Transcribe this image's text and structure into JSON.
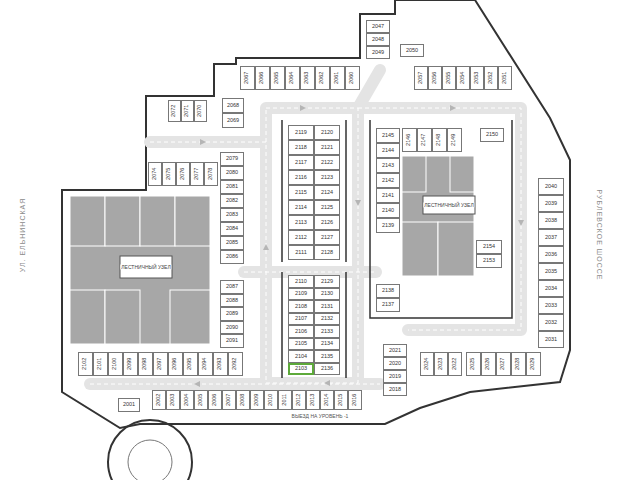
{
  "diagram": {
    "nodes": [
      {
        "text": [
          "2072"
        ]
      },
      {
        "text": [
          "2071"
        ]
      },
      {
        "text": [
          "2070"
        ]
      },
      {
        "text": [
          "2068"
        ]
      },
      {
        "text": [
          "2069"
        ]
      },
      {
        "text": [
          "2067"
        ]
      },
      {
        "text": [
          "2066"
        ]
      },
      {
        "text": [
          "2065"
        ]
      },
      {
        "text": [
          "2064"
        ]
      },
      {
        "text": [
          "2063"
        ]
      },
      {
        "text": [
          "2062"
        ]
      },
      {
        "text": [
          "2061"
        ]
      },
      {
        "text": [
          "2060"
        ]
      },
      {
        "text": [
          "2047"
        ]
      },
      {
        "text": [
          "2048"
        ]
      },
      {
        "text": [
          "2049"
        ]
      },
      {
        "text": [
          "2050"
        ]
      },
      {
        "text": [
          "2057"
        ]
      },
      {
        "text": [
          "2056"
        ]
      },
      {
        "text": [
          "2055"
        ]
      },
      {
        "text": [
          "2054"
        ]
      },
      {
        "text": [
          "2053"
        ]
      },
      {
        "text": [
          "2052"
        ]
      },
      {
        "text": [
          "2051"
        ]
      },
      {
        "text": [
          "2119"
        ]
      },
      {
        "text": [
          "2118"
        ]
      },
      {
        "text": [
          "2117"
        ]
      },
      {
        "text": [
          "2116"
        ]
      },
      {
        "text": [
          "2115"
        ]
      },
      {
        "text": [
          "2114"
        ]
      },
      {
        "text": [
          "2113"
        ]
      },
      {
        "text": [
          "2112"
        ]
      },
      {
        "text": [
          "2111"
        ]
      },
      {
        "text": [
          "2120"
        ]
      },
      {
        "text": [
          "2121"
        ]
      },
      {
        "text": [
          "2122"
        ]
      },
      {
        "text": [
          "2123"
        ]
      },
      {
        "text": [
          "2124"
        ]
      },
      {
        "text": [
          "2125"
        ]
      },
      {
        "text": [
          "2126"
        ]
      },
      {
        "text": [
          "2127"
        ]
      },
      {
        "text": [
          "2128"
        ]
      },
      {
        "text": [
          "2145"
        ]
      },
      {
        "text": [
          "2144"
        ]
      },
      {
        "text": [
          "2143"
        ]
      },
      {
        "text": [
          "2142"
        ]
      },
      {
        "text": [
          "2141"
        ]
      },
      {
        "text": [
          "2140"
        ]
      },
      {
        "text": [
          "2139"
        ]
      },
      {
        "text": [
          "2146"
        ]
      },
      {
        "text": [
          "2147"
        ]
      },
      {
        "text": [
          "2148"
        ]
      },
      {
        "text": [
          "2149"
        ]
      },
      {
        "text": [
          "2150"
        ]
      },
      {
        "text": [
          "2074"
        ]
      },
      {
        "text": [
          "2075"
        ]
      },
      {
        "text": [
          "2076"
        ]
      },
      {
        "text": [
          "2077"
        ]
      },
      {
        "text": [
          "2078"
        ]
      },
      {
        "text": [
          "2079"
        ]
      },
      {
        "text": [
          "2080"
        ]
      },
      {
        "text": [
          "2081"
        ]
      },
      {
        "text": [
          "2082"
        ]
      },
      {
        "text": [
          "2083"
        ]
      },
      {
        "text": [
          "2084"
        ]
      },
      {
        "text": [
          "2085"
        ]
      },
      {
        "text": [
          "2086"
        ]
      },
      {
        "text": [
          "2040"
        ]
      },
      {
        "text": [
          "2039"
        ]
      },
      {
        "text": [
          "2038"
        ]
      },
      {
        "text": [
          "2037"
        ]
      },
      {
        "text": [
          "2036"
        ]
      },
      {
        "text": [
          "2035"
        ]
      },
      {
        "text": [
          "2034"
        ]
      },
      {
        "text": [
          "2033"
        ]
      },
      {
        "text": [
          "2032"
        ]
      },
      {
        "text": [
          "2031"
        ]
      },
      {
        "text": [
          "2154"
        ]
      },
      {
        "text": [
          "2153"
        ]
      },
      {
        "text": [
          "2087"
        ]
      },
      {
        "text": [
          "2088"
        ]
      },
      {
        "text": [
          "2089"
        ]
      },
      {
        "text": [
          "2090"
        ]
      },
      {
        "text": [
          "2091"
        ]
      },
      {
        "text": [
          "2110"
        ]
      },
      {
        "text": [
          "2109"
        ]
      },
      {
        "text": [
          "2108"
        ]
      },
      {
        "text": [
          "2107"
        ]
      },
      {
        "text": [
          "2106"
        ]
      },
      {
        "text": [
          "2105"
        ]
      },
      {
        "text": [
          "2104"
        ]
      },
      {
        "text": [
          "2103"
        ]
      },
      {
        "text": [
          "2129"
        ]
      },
      {
        "text": [
          "2130"
        ]
      },
      {
        "text": [
          "2131"
        ]
      },
      {
        "text": [
          "2132"
        ]
      },
      {
        "text": [
          "2133"
        ]
      },
      {
        "text": [
          "2134"
        ]
      },
      {
        "text": [
          "2135"
        ]
      },
      {
        "text": [
          "2136"
        ]
      },
      {
        "text": [
          "2138"
        ]
      },
      {
        "text": [
          "2137"
        ]
      },
      {
        "text": [
          "2021"
        ]
      },
      {
        "text": [
          "2020"
        ]
      },
      {
        "text": [
          "2019"
        ]
      },
      {
        "text": [
          "2018"
        ]
      },
      {
        "text": [
          "2102"
        ]
      },
      {
        "text": [
          "2101"
        ]
      },
      {
        "text": [
          "2100"
        ]
      },
      {
        "text": [
          "2099"
        ]
      },
      {
        "text": [
          "2098"
        ]
      },
      {
        "text": [
          "2097"
        ]
      },
      {
        "text": [
          "2096"
        ]
      },
      {
        "text": [
          "2095"
        ]
      },
      {
        "text": [
          "2094"
        ]
      },
      {
        "text": [
          "2093"
        ]
      },
      {
        "text": [
          "2092"
        ]
      },
      {
        "text": [
          "2024"
        ]
      },
      {
        "text": [
          "2023"
        ]
      },
      {
        "text": [
          "2022"
        ]
      },
      {
        "text": [
          "2025"
        ]
      },
      {
        "text": [
          "2026"
        ]
      },
      {
        "text": [
          "2027"
        ]
      },
      {
        "text": [
          "2028"
        ]
      },
      {
        "text": [
          "2029"
        ]
      },
      {
        "text": [
          "2001"
        ]
      },
      {
        "text": [
          "2002"
        ]
      },
      {
        "text": [
          "2003"
        ]
      },
      {
        "text": [
          "2004"
        ]
      },
      {
        "text": [
          "2005"
        ]
      },
      {
        "text": [
          "2006"
        ]
      },
      {
        "text": [
          "2007"
        ]
      },
      {
        "text": [
          "2008"
        ]
      },
      {
        "text": [
          "2009"
        ]
      },
      {
        "text": [
          "2010"
        ]
      },
      {
        "text": [
          "2011"
        ]
      },
      {
        "text": [
          "2012"
        ]
      },
      {
        "text": [
          "2013"
        ]
      },
      {
        "text": [
          "2014"
        ]
      },
      {
        "text": [
          "2015"
        ]
      },
      {
        "text": [
          "2016"
        ]
      }
    ],
    "labels": [
      "УЛ. ЕЛЬНИНСКАЯ",
      "РУБЛЕВСКОЕ ШОССЕ",
      "ВЫЕЗД НА УРОВЕНЬ -1",
      "ЛЕСТНИЧНЫЙ УЗЕЛ",
      "ЛЕСТНИЧНЫЙ УЗЕЛ"
    ]
  }
}
